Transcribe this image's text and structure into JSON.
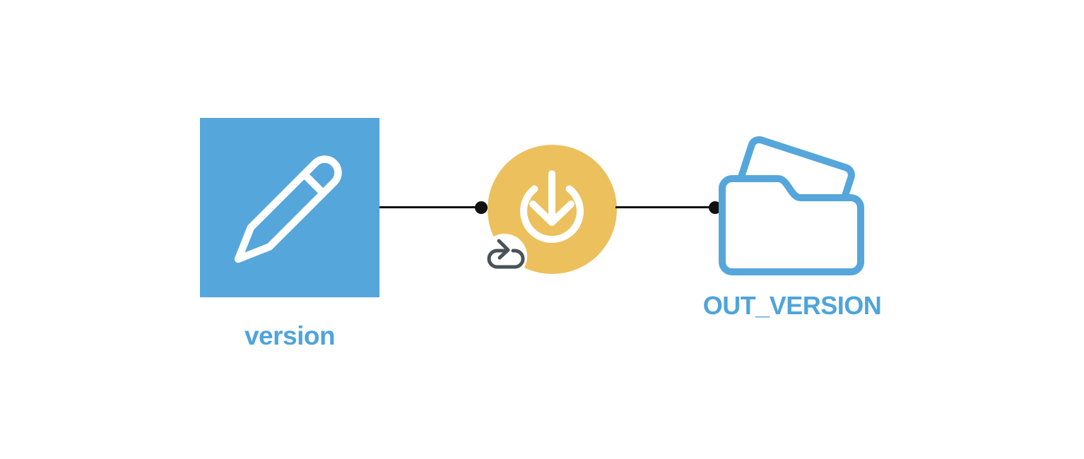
{
  "nodes": {
    "dataset": {
      "label": "version",
      "icon": "pencil-icon",
      "shape": "square",
      "color": "#55A6DB"
    },
    "recipe": {
      "icon": "download-icon",
      "badge_icon": "loop-icon",
      "shape": "circle",
      "color": "#ECC05C"
    },
    "folder": {
      "label": "OUT_VERSION",
      "icon": "folder-icon",
      "shape": "outlined-folder",
      "color": "#55A6DB"
    }
  },
  "edges": [
    {
      "from": "version",
      "to": "download-recipe",
      "style": "solid-line-with-dot"
    },
    {
      "from": "download-recipe",
      "to": "OUT_VERSION",
      "style": "solid-line-with-dot"
    }
  ],
  "colors": {
    "node_blue": "#55A6DB",
    "label_blue": "#4FA4DB",
    "recipe_yellow": "#ECC05C",
    "edge_black": "#111111",
    "badge_gray": "#4A5158",
    "icon_white": "#FFFFFF",
    "background": "#FFFFFF"
  }
}
